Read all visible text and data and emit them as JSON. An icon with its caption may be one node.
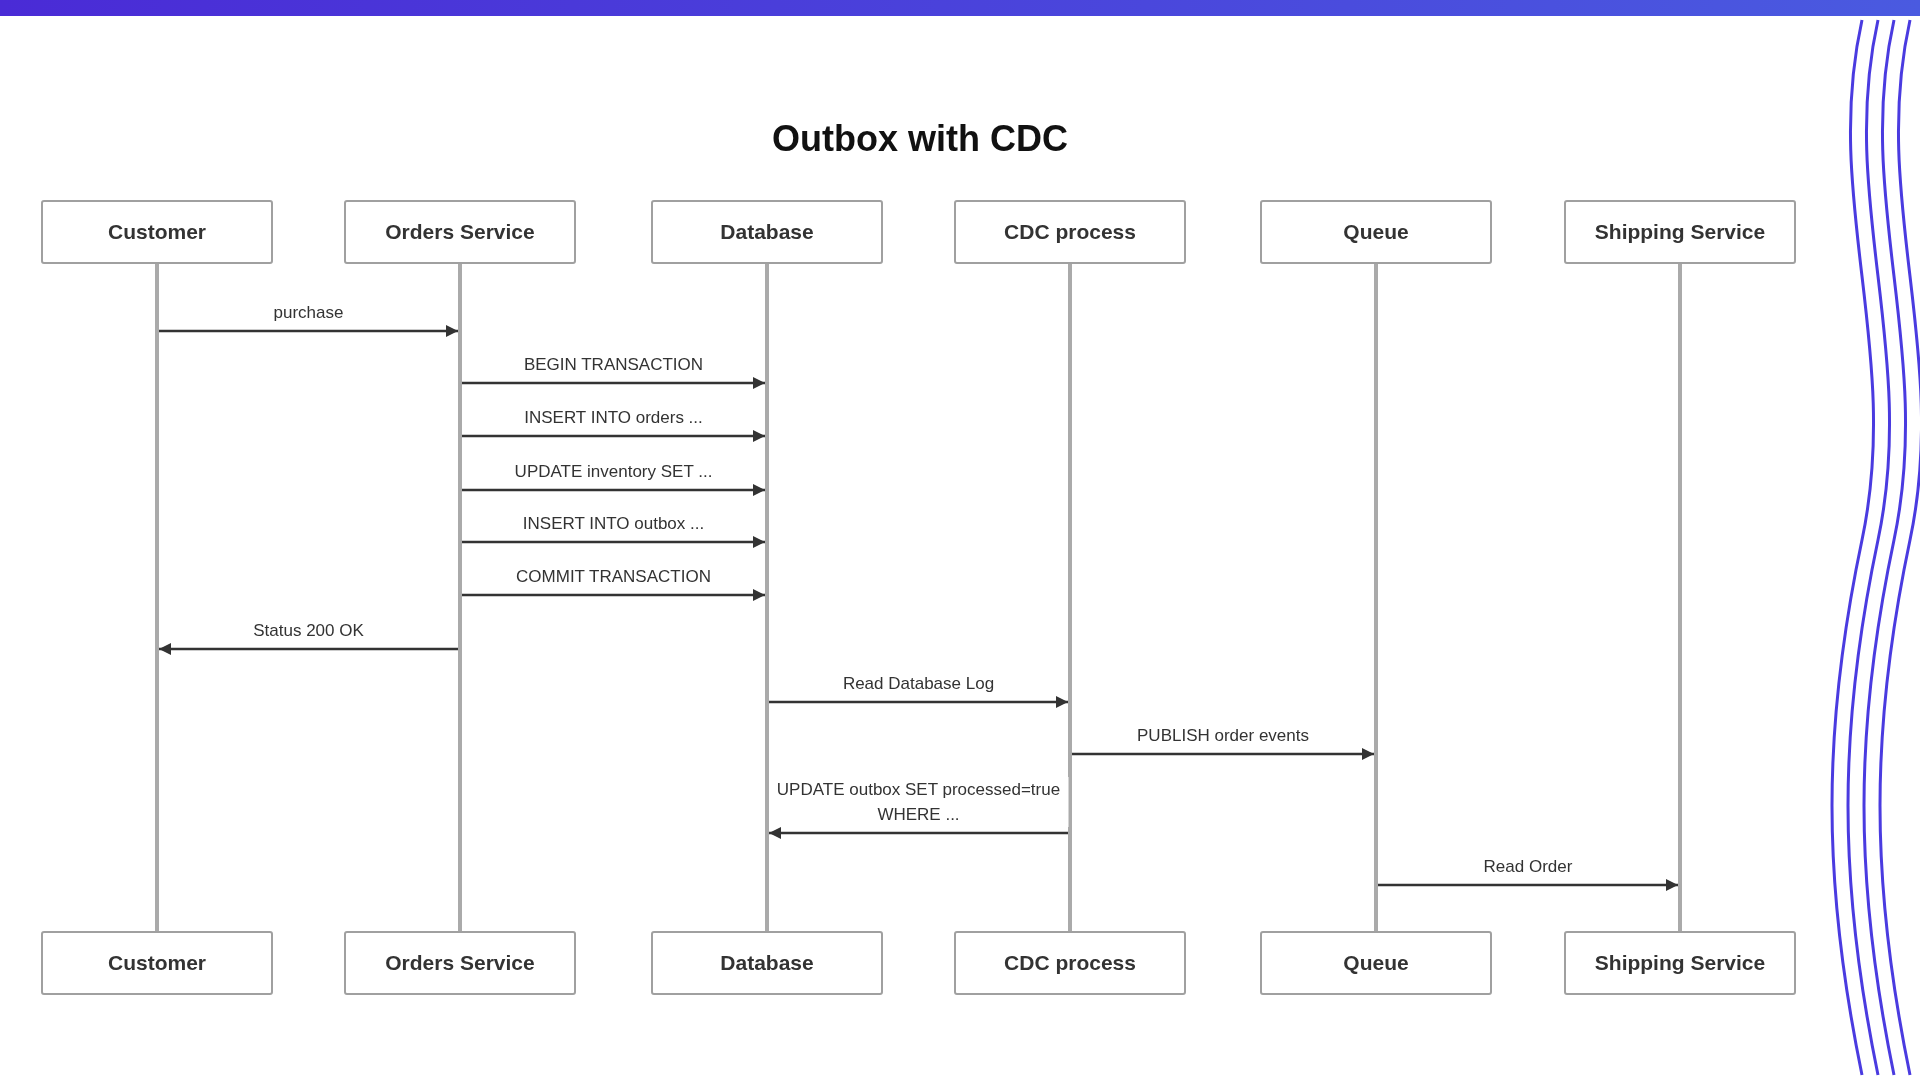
{
  "diagram": {
    "title": "Outbox with CDC",
    "nodes": [
      {
        "text": [
          "Customer"
        ]
      },
      {
        "text": [
          "Orders Service"
        ]
      },
      {
        "text": [
          "Database"
        ]
      },
      {
        "text": [
          "CDC process"
        ]
      },
      {
        "text": [
          "Queue"
        ]
      },
      {
        "text": [
          "Shipping Service"
        ]
      },
      {
        "text": [],
        "shape": "bar"
      },
      {
        "text": [],
        "shape": "bar"
      },
      {
        "text": [],
        "shape": "bar"
      },
      {
        "text": [],
        "shape": "bar"
      },
      {
        "text": [],
        "shape": "bar"
      },
      {
        "text": [],
        "shape": "bar"
      },
      {
        "text": [
          "Customer"
        ]
      },
      {
        "text": [
          "Orders Service"
        ]
      },
      {
        "text": [
          "Database"
        ]
      },
      {
        "text": [
          "CDC process"
        ]
      },
      {
        "text": [
          "Queue"
        ]
      },
      {
        "text": [
          "Shipping Service"
        ]
      }
    ],
    "edges": [
      {
        "from": 6,
        "to": 7,
        "arrow": "to",
        "label": "purchase"
      },
      {
        "from": 7,
        "to": 8,
        "arrow": "to",
        "label": "BEGIN TRANSACTION"
      },
      {
        "from": 7,
        "to": 8,
        "arrow": "to",
        "label": "INSERT INTO orders ..."
      },
      {
        "from": 7,
        "to": 8,
        "arrow": "to",
        "label": "UPDATE inventory SET ..."
      },
      {
        "from": 7,
        "to": 8,
        "arrow": "to",
        "label": "INSERT INTO outbox ..."
      },
      {
        "from": 7,
        "to": 8,
        "arrow": "to",
        "label": "COMMIT TRANSACTION"
      },
      {
        "from": 7,
        "to": 6,
        "arrow": "to",
        "label": "Status 200 OK"
      },
      {
        "from": 8,
        "to": 9,
        "arrow": "to",
        "label": "Read Database Log"
      },
      {
        "from": 9,
        "to": 10,
        "arrow": "to",
        "label": "PUBLISH order events"
      },
      {
        "from": 9,
        "to": 8,
        "arrow": "to",
        "label": "UPDATE outbox SET processed=true WHERE ..."
      },
      {
        "from": 10,
        "to": 11,
        "arrow": "to",
        "label": "Read Order"
      }
    ]
  }
}
